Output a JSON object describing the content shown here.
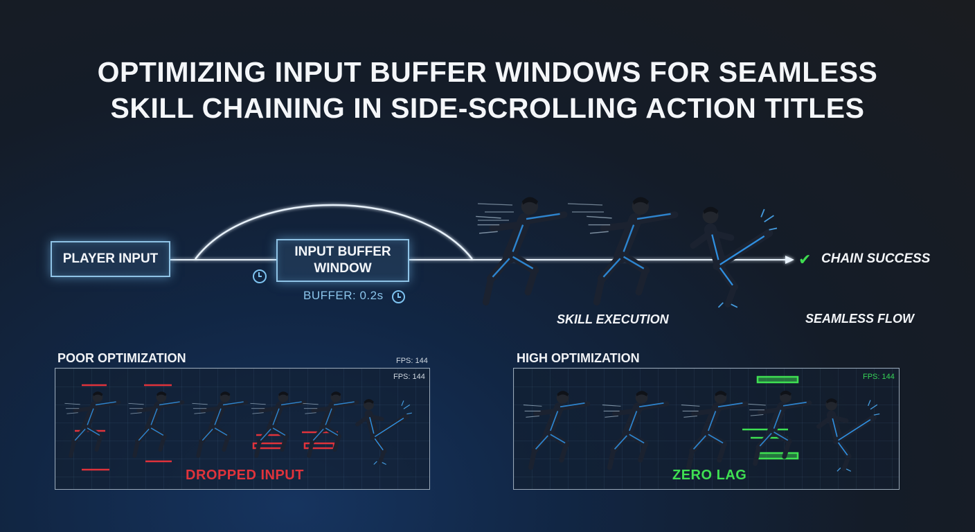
{
  "title": {
    "line1": "OPTIMIZING INPUT BUFFER WINDOWS FOR SEAMLESS",
    "line2": "SKILL CHAINING IN SIDE-SCROLLING ACTION TITLES"
  },
  "flow": {
    "player_input": "PLAYER INPUT",
    "buffer_window": "INPUT BUFFER WINDOW",
    "buffer_label": "BUFFER: 0.2s",
    "chain_success": "CHAIN SUCCESS",
    "skill_execution": "SKILL EXECUTION",
    "seamless_flow": "SEAMLESS FLOW"
  },
  "panels": {
    "poor": {
      "title": "POOR OPTIMIZATION",
      "fps_outer": "FPS: 144",
      "fps_inner": "FPS: 144",
      "verdict": "DROPPED INPUT"
    },
    "high": {
      "title": "HIGH OPTIMIZATION",
      "fps_inner": "FPS: 144",
      "verdict": "ZERO LAG"
    }
  },
  "colors": {
    "accent_blue": "#7ec3f0",
    "success_green": "#3fdc50",
    "fail_red": "#e0333b",
    "suit_dark": "#1b2230",
    "suit_glow": "#2f8fe0"
  },
  "icons": {
    "timer": "clock-icon",
    "success": "check-icon",
    "character": "fighter-figure"
  }
}
